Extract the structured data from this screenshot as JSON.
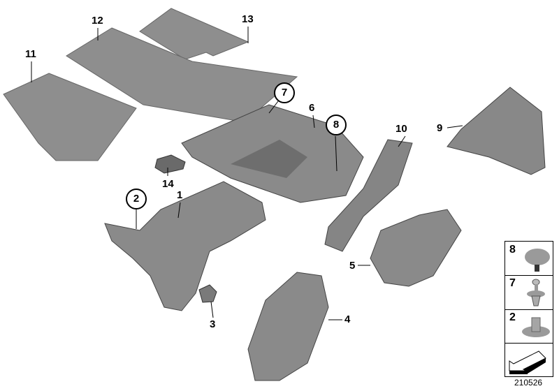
{
  "parts": [
    {
      "number": "1"
    },
    {
      "number": "2"
    },
    {
      "number": "3"
    },
    {
      "number": "4"
    },
    {
      "number": "5"
    },
    {
      "number": "6"
    },
    {
      "number": "7"
    },
    {
      "number": "8"
    },
    {
      "number": "9"
    },
    {
      "number": "10"
    },
    {
      "number": "11"
    },
    {
      "number": "12"
    },
    {
      "number": "13"
    },
    {
      "number": "14"
    }
  ],
  "callouts": {
    "c7": "7",
    "c8": "8",
    "c2": "2"
  },
  "legend": {
    "items": [
      {
        "number": "8"
      },
      {
        "number": "7"
      },
      {
        "number": "2"
      }
    ]
  },
  "diagram_id": "210526",
  "colors": {
    "part_fill": "#8c8c8c",
    "part_dark": "#5e5e5e",
    "outline": "#000000"
  }
}
